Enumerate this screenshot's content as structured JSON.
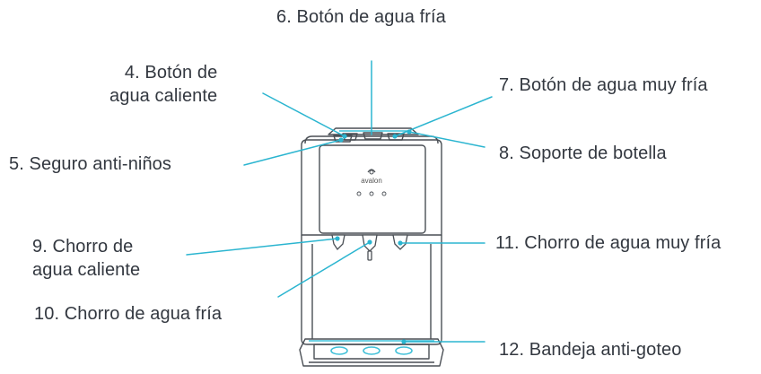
{
  "diagram": {
    "brand": "avalon",
    "led_labels": [
      "",
      "",
      ""
    ],
    "colors": {
      "callout": "#2bb5d0",
      "accent": "#3fc0d8",
      "outline": "#4a4f55",
      "text": "#333840"
    },
    "labels": [
      {
        "id": "6",
        "text": "6. Botón de agua fría"
      },
      {
        "id": "4",
        "text": "4. Botón de\nagua caliente"
      },
      {
        "id": "7",
        "text": "7. Botón de agua muy fría"
      },
      {
        "id": "5",
        "text": "5. Seguro anti-niños"
      },
      {
        "id": "8",
        "text": "8. Soporte de botella"
      },
      {
        "id": "9",
        "text": "9. Chorro de\nagua caliente"
      },
      {
        "id": "11",
        "text": "11. Chorro de agua muy fría"
      },
      {
        "id": "10",
        "text": "10. Chorro de agua fría"
      },
      {
        "id": "12",
        "text": "12. Bandeja anti-goteo"
      }
    ]
  }
}
